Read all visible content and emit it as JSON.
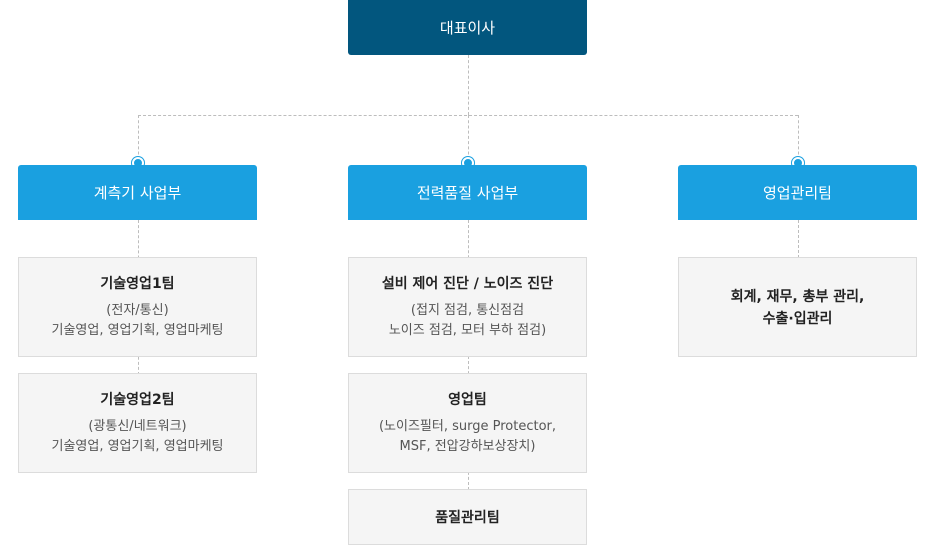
{
  "root": {
    "label": "대표이사"
  },
  "colors": {
    "root": "#02567e",
    "division": "#1aa0e0",
    "team_bg": "#f5f5f5"
  },
  "divisions": [
    {
      "label": "계측기 사업부",
      "teams": [
        {
          "title": "기술영업1팀",
          "lines": [
            "(전자/통신)",
            "기술영업, 영업기획, 영업마케팅"
          ]
        },
        {
          "title": "기술영업2팀",
          "lines": [
            "(광통신/네트워크)",
            "기술영업, 영업기획, 영업마케팅"
          ]
        }
      ]
    },
    {
      "label": "전력품질 사업부",
      "teams": [
        {
          "title": "설비 제어 진단 / 노이즈 진단",
          "lines": [
            "(접지 점검, 통신점검",
            "노이즈 점검, 모터 부하 점검)"
          ]
        },
        {
          "title": "영업팀",
          "lines": [
            "(노이즈필터, surge Protector,",
            "MSF, 전압강하보상장치)"
          ]
        },
        {
          "title": "품질관리팀",
          "lines": []
        }
      ]
    },
    {
      "label": "영업관리팀",
      "teams": [
        {
          "title": "회계, 재무, 총부 관리,",
          "lines": [
            "수출·입관리"
          ]
        }
      ]
    }
  ]
}
